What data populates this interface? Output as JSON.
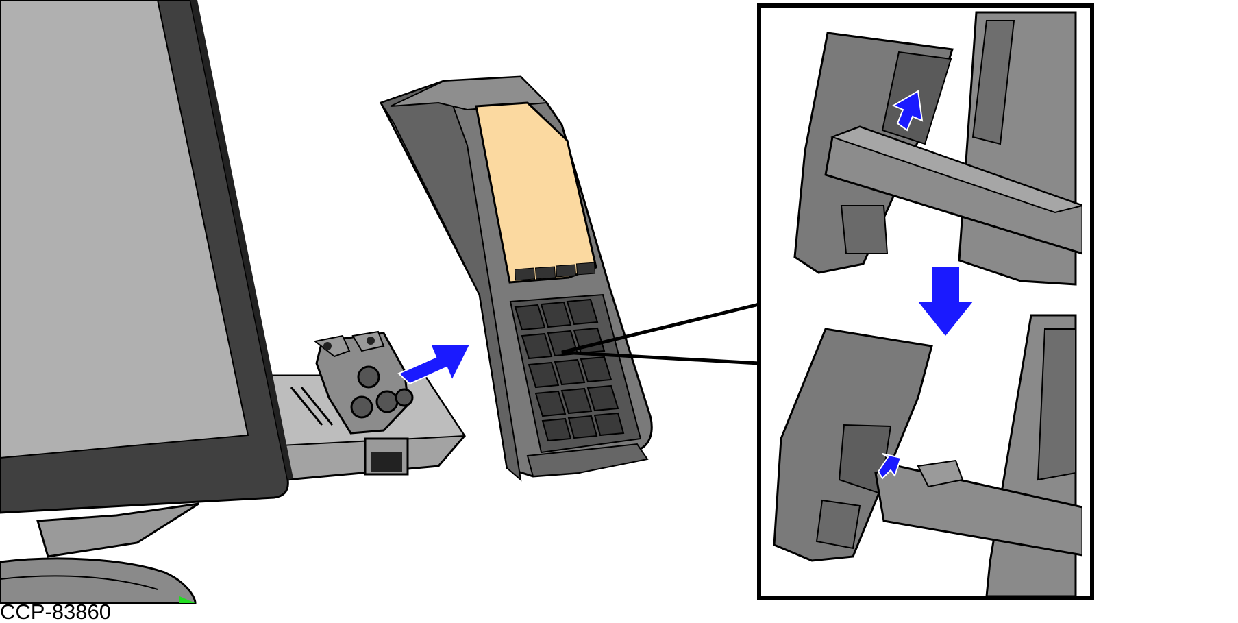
{
  "figure_id": "CCP-83860",
  "colors": {
    "arrow": "#1a1aff",
    "screen": "#b0b0b0",
    "bezel": "#404040",
    "body": "#7a7a7a",
    "keypad_display": "#fbd9a0",
    "outline": "#000000",
    "panel": "#ffffff"
  },
  "icons": {
    "insert_arrow": "arrow-right-up",
    "step_arrow": "arrow-down",
    "detail_arrow_up": "arrow-up",
    "detail_arrow_in": "arrow-right"
  }
}
